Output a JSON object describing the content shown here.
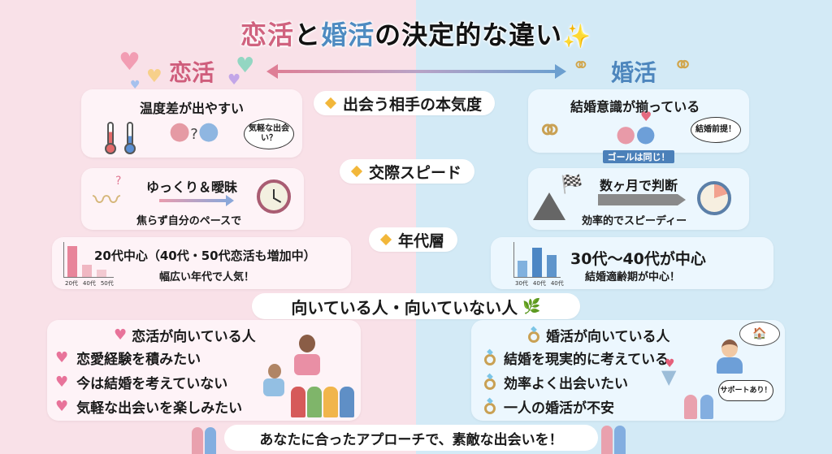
{
  "title": {
    "part1": "恋活",
    "part2": "と",
    "part3": "婚活",
    "part4": "の決定的な違い",
    "sparkle": "✨"
  },
  "colors": {
    "pink_bg": "#f9e1e8",
    "blue_bg": "#d3eaf6",
    "pink_accent": "#d0637f",
    "blue_accent": "#4e8bc1",
    "diamond": "#f2b73a"
  },
  "left_label": "恋活",
  "right_label": "婚活",
  "categories": [
    {
      "label": "出会う相手の本気度"
    },
    {
      "label": "交際スピード"
    },
    {
      "label": "年代層"
    }
  ],
  "left": {
    "seriousness": {
      "title": "温度差が出やすい",
      "thought": "気軽な出会い？"
    },
    "speed": {
      "title": "ゆっくり＆曖昧",
      "sub": "焦らず自分のペースで"
    },
    "age": {
      "title": "20代中心（40代・50代恋活も増加中）",
      "sub": "幅広い年代で人気！",
      "chart_labels": [
        "20代",
        "40代",
        "50代"
      ]
    },
    "suited": {
      "title": "恋活が向いている人",
      "items": [
        "恋愛経験を積みたい",
        "今は結婚を考えていない",
        "気軽な出会いを楽しみたい"
      ]
    }
  },
  "right": {
    "seriousness": {
      "title": "結婚意識が揃っている",
      "thought": "結婚前提！",
      "ribbon": "ゴールは同じ！"
    },
    "speed": {
      "title": "数ヶ月で判断",
      "sub": "効率的でスピーディー"
    },
    "age": {
      "title": "30代〜40代が中心",
      "sub": "結婚適齢期が中心！",
      "chart_labels": [
        "30代",
        "40代",
        "40代"
      ]
    },
    "suited": {
      "title": "婚活が向いている人",
      "items": [
        "結婚を現実的に考えている",
        "効率よく出会いたい",
        "一人の婚活が不安"
      ],
      "speech": "サポートあり！"
    }
  },
  "section2": {
    "label": "向いている人・向いていない人",
    "leaf": "🌿"
  },
  "footer": {
    "text": "あなたに合ったアプローチで、素敵な出会いを！"
  },
  "chart_data": [
    {
      "type": "bar",
      "title": "恋活 年代層",
      "categories": [
        "20代",
        "40代",
        "50代"
      ],
      "values": [
        100,
        40,
        25
      ],
      "xlabel": "",
      "ylabel": ""
    },
    {
      "type": "bar",
      "title": "婚活 年代層",
      "categories": [
        "30代",
        "40代",
        "40代"
      ],
      "values": [
        55,
        100,
        75
      ],
      "xlabel": "",
      "ylabel": ""
    }
  ]
}
